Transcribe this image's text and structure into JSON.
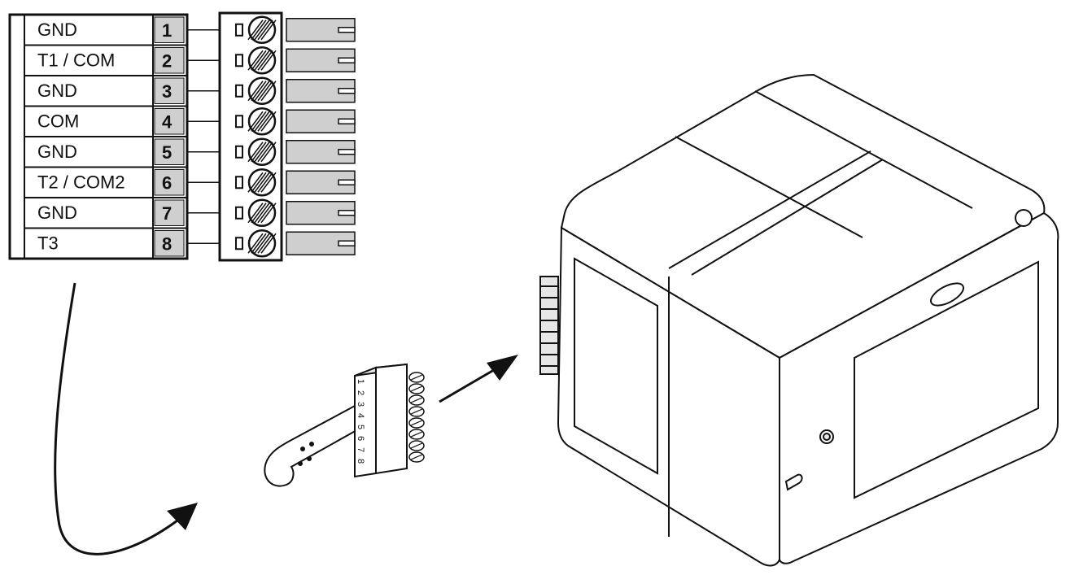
{
  "terminal_table": {
    "rows": [
      {
        "label": "GND",
        "number": "1"
      },
      {
        "label": "T1 / COM",
        "number": "2"
      },
      {
        "label": "GND",
        "number": "3"
      },
      {
        "label": "COM",
        "number": "4"
      },
      {
        "label": "GND",
        "number": "5"
      },
      {
        "label": "T2 / COM2",
        "number": "6"
      },
      {
        "label": "GND",
        "number": "7"
      },
      {
        "label": "T3",
        "number": "8"
      }
    ]
  },
  "plug_connector": {
    "pin_numbers": [
      "1",
      "2",
      "3",
      "4",
      "5",
      "6",
      "7",
      "8"
    ]
  },
  "colors": {
    "line": "#111111",
    "shade": "#cfcfcf",
    "light_shade": "#e6e6e6",
    "background": "#ffffff"
  }
}
